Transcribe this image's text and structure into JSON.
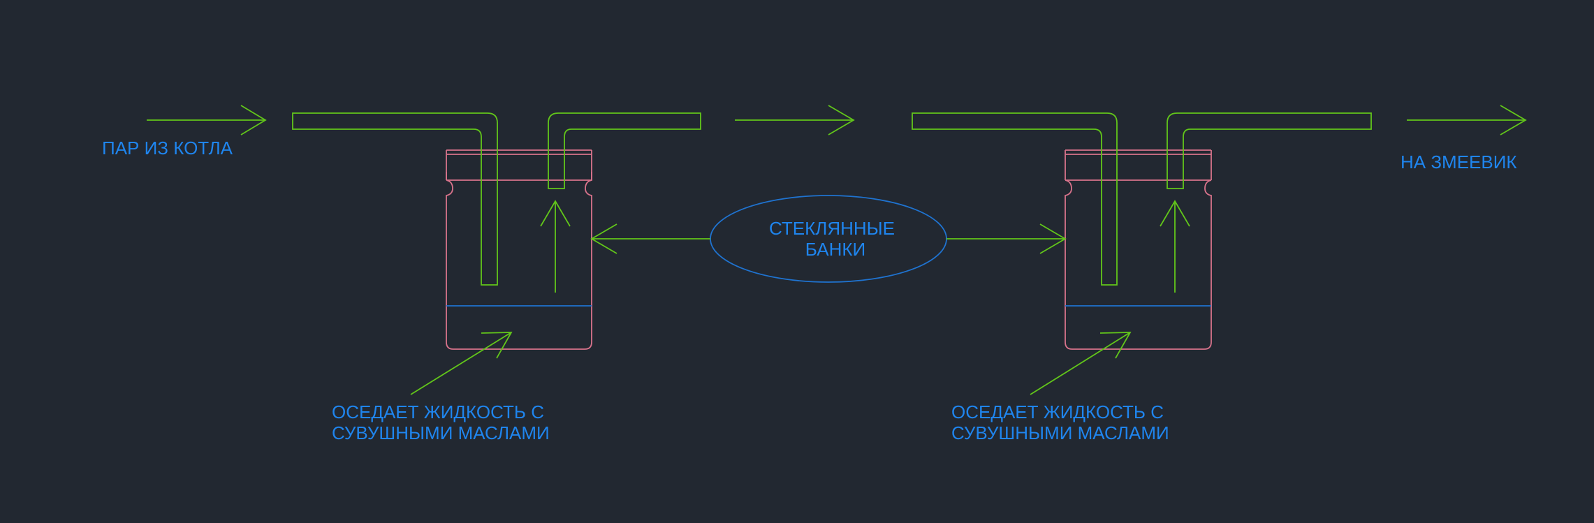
{
  "colors": {
    "background": "#222831",
    "pipe": "#62c61a",
    "jar": "#d9738c",
    "liquid_line": "#1f73d0",
    "text": "#1f85ee"
  },
  "labels": {
    "steam_from_boiler": "ПАР ИЗ КОТЛА",
    "to_coil": "НА ЗМЕЕВИК",
    "glass_jars_line1": "СТЕКЛЯННЫЕ",
    "glass_jars_line2": "БАНКИ",
    "left_liquid_line1": "ОСЕДАЕТ ЖИДКОСТЬ С",
    "left_liquid_line2": "СУВУШНЫМИ МАСЛАМИ",
    "right_liquid_line1": "ОСЕДАЕТ ЖИДКОСТЬ С",
    "right_liquid_line2": "СУВУШНЫМИ МАСЛАМИ"
  }
}
